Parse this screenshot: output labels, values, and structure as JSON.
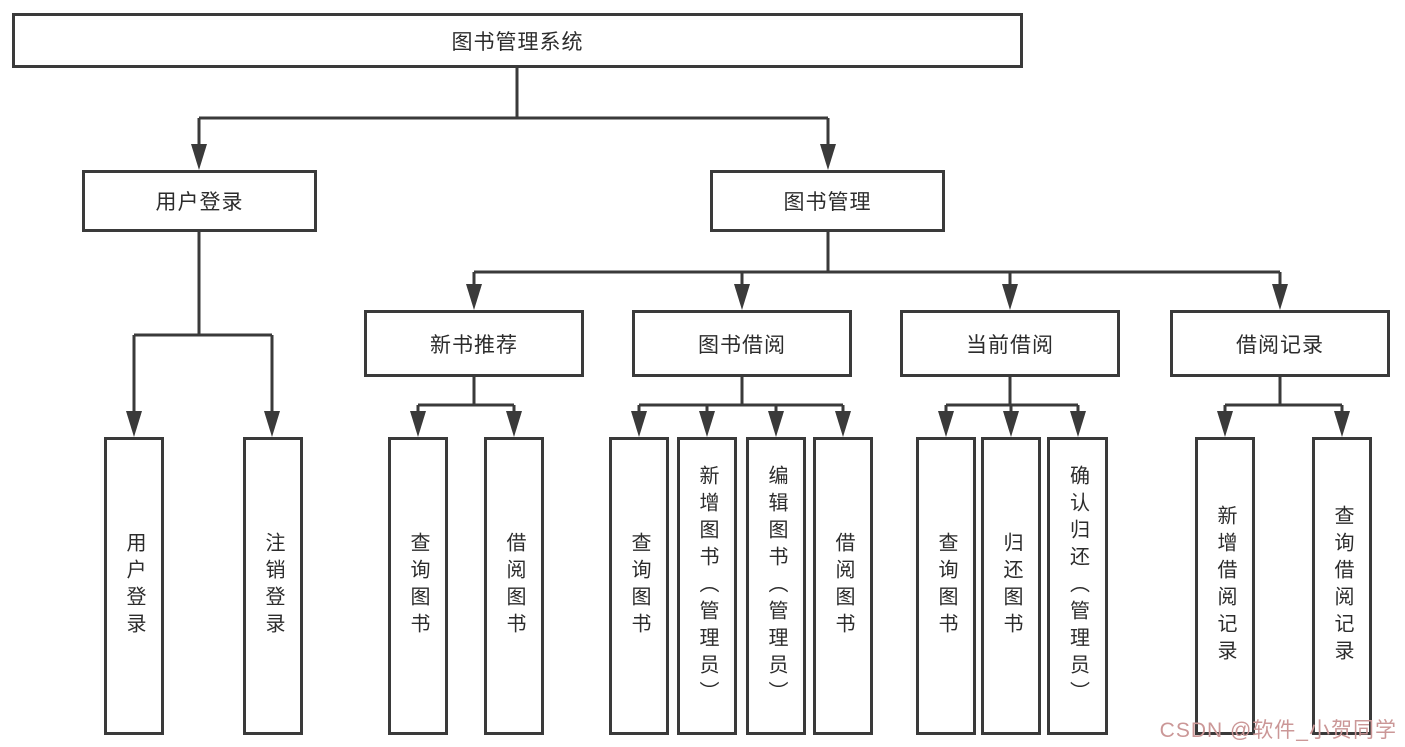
{
  "diagram": {
    "root": {
      "label": "图书管理系统"
    },
    "branches": [
      {
        "label": "用户登录",
        "children": [
          {
            "label": "用户登录"
          },
          {
            "label": "注销登录"
          }
        ]
      },
      {
        "label": "图书管理",
        "children": [
          {
            "label": "新书推荐",
            "children": [
              {
                "label": "查询图书"
              },
              {
                "label": "借阅图书"
              }
            ]
          },
          {
            "label": "图书借阅",
            "children": [
              {
                "label": "查询图书"
              },
              {
                "label": "新增图书（管理员）"
              },
              {
                "label": "编辑图书（管理员）"
              },
              {
                "label": "借阅图书"
              }
            ]
          },
          {
            "label": "当前借阅",
            "children": [
              {
                "label": "查询图书"
              },
              {
                "label": "归还图书"
              },
              {
                "label": "确认归还（管理员）"
              }
            ]
          },
          {
            "label": "借阅记录",
            "children": [
              {
                "label": "新增借阅记录"
              },
              {
                "label": "查询借阅记录"
              }
            ]
          }
        ]
      }
    ]
  },
  "watermark": {
    "text": "CSDN @软件_小贺同学"
  },
  "colors": {
    "line": "#3a3a3a",
    "text": "#2c2c2c",
    "background": "#ffffff",
    "watermark": "#cb9797"
  }
}
